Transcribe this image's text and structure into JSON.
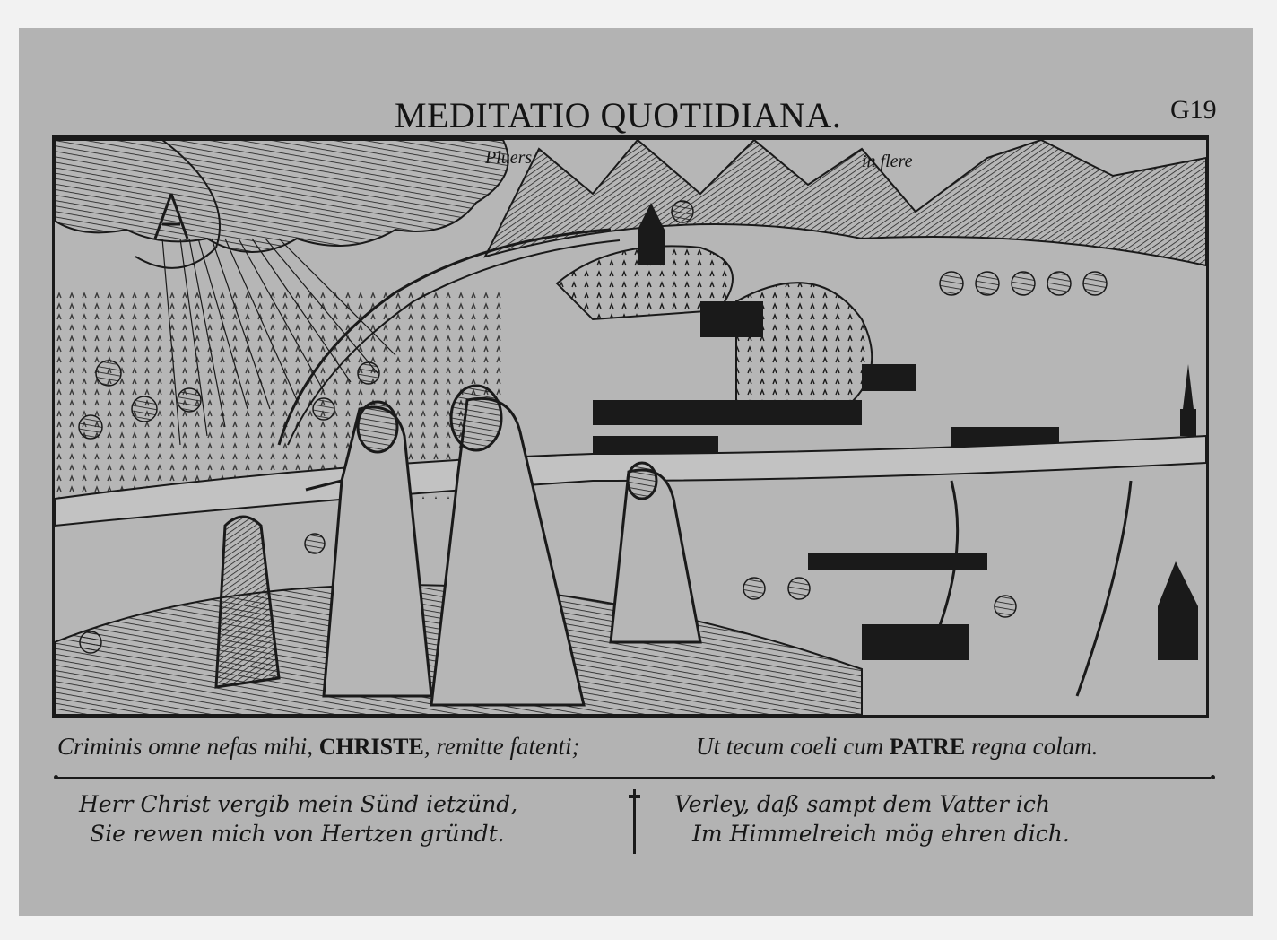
{
  "header": {
    "title": "MEDITATIO QUOTIDIANA.",
    "folio": "G19"
  },
  "plate": {
    "letter_mark": "A",
    "label_left": "Pluers",
    "label_right": "in flere",
    "scene": "Family kneeling in prayer on a hillside before a landscape with a town, river, orchards and mountains; rain falling from storm clouds"
  },
  "latin_caption": {
    "left": {
      "before": "Criminis omne nefas mihi,",
      "emphasis": "CHRISTE",
      "after": ", remitte fatenti;"
    },
    "right": {
      "before": "Ut tecum coeli cum",
      "emphasis": "PATRE",
      "after": "regna colam."
    }
  },
  "german_verse": {
    "left": [
      "Herr Christ vergib mein Sünd ietzünd,",
      "Sie rewen mich von Hertzen gründt."
    ],
    "right": [
      "Verley, daß sampt dem Vatter ich",
      "Im Himmelreich mög ehren dich."
    ]
  },
  "colors": {
    "paper": "#b3b3b3",
    "ink": "#1a1a1a",
    "background": "#f2f2f2"
  }
}
